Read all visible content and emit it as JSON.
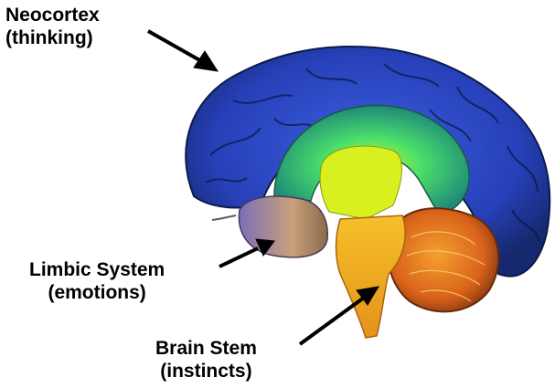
{
  "labels": {
    "neocortex": {
      "title": "Neocortex",
      "subtitle": "(thinking)"
    },
    "limbic": {
      "title": "Limbic System",
      "subtitle": "(emotions)"
    },
    "brainstem": {
      "title": "Brain Stem",
      "subtitle": "(instincts)"
    }
  },
  "colors": {
    "neocortex": "#2a46c8",
    "limbic_outer": "#9a7cd4",
    "limbic_inner": "#3fd66b",
    "thalamus": "#d8ef1a",
    "brainstem": "#f2a21a",
    "cerebellum": "#e8781c",
    "arrow": "#000000"
  }
}
